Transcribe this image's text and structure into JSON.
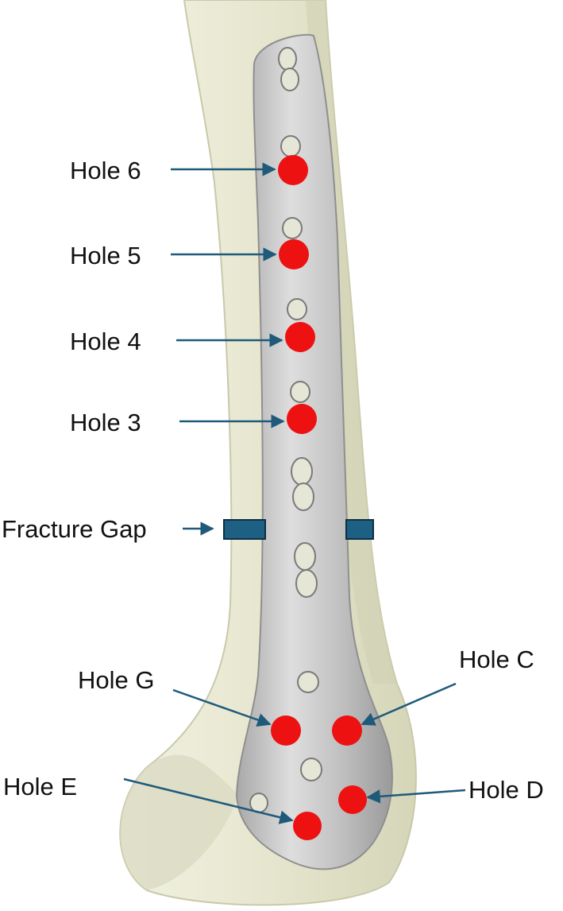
{
  "labels": {
    "hole_6": "Hole 6",
    "hole_5": "Hole 5",
    "hole_4": "Hole 4",
    "hole_3": "Hole 3",
    "fracture_gap": "Fracture Gap",
    "hole_g": "Hole G",
    "hole_c": "Hole C",
    "hole_e": "Hole E",
    "hole_d": "Hole D"
  },
  "colors": {
    "bone": "#e8e8d4",
    "bone_shadow": "#cfcfb2",
    "plate": "#c9c9c9",
    "screw_marker": "#ee1111",
    "arrow": "#1f5a7a",
    "gap_marker": "#1e5f84"
  }
}
